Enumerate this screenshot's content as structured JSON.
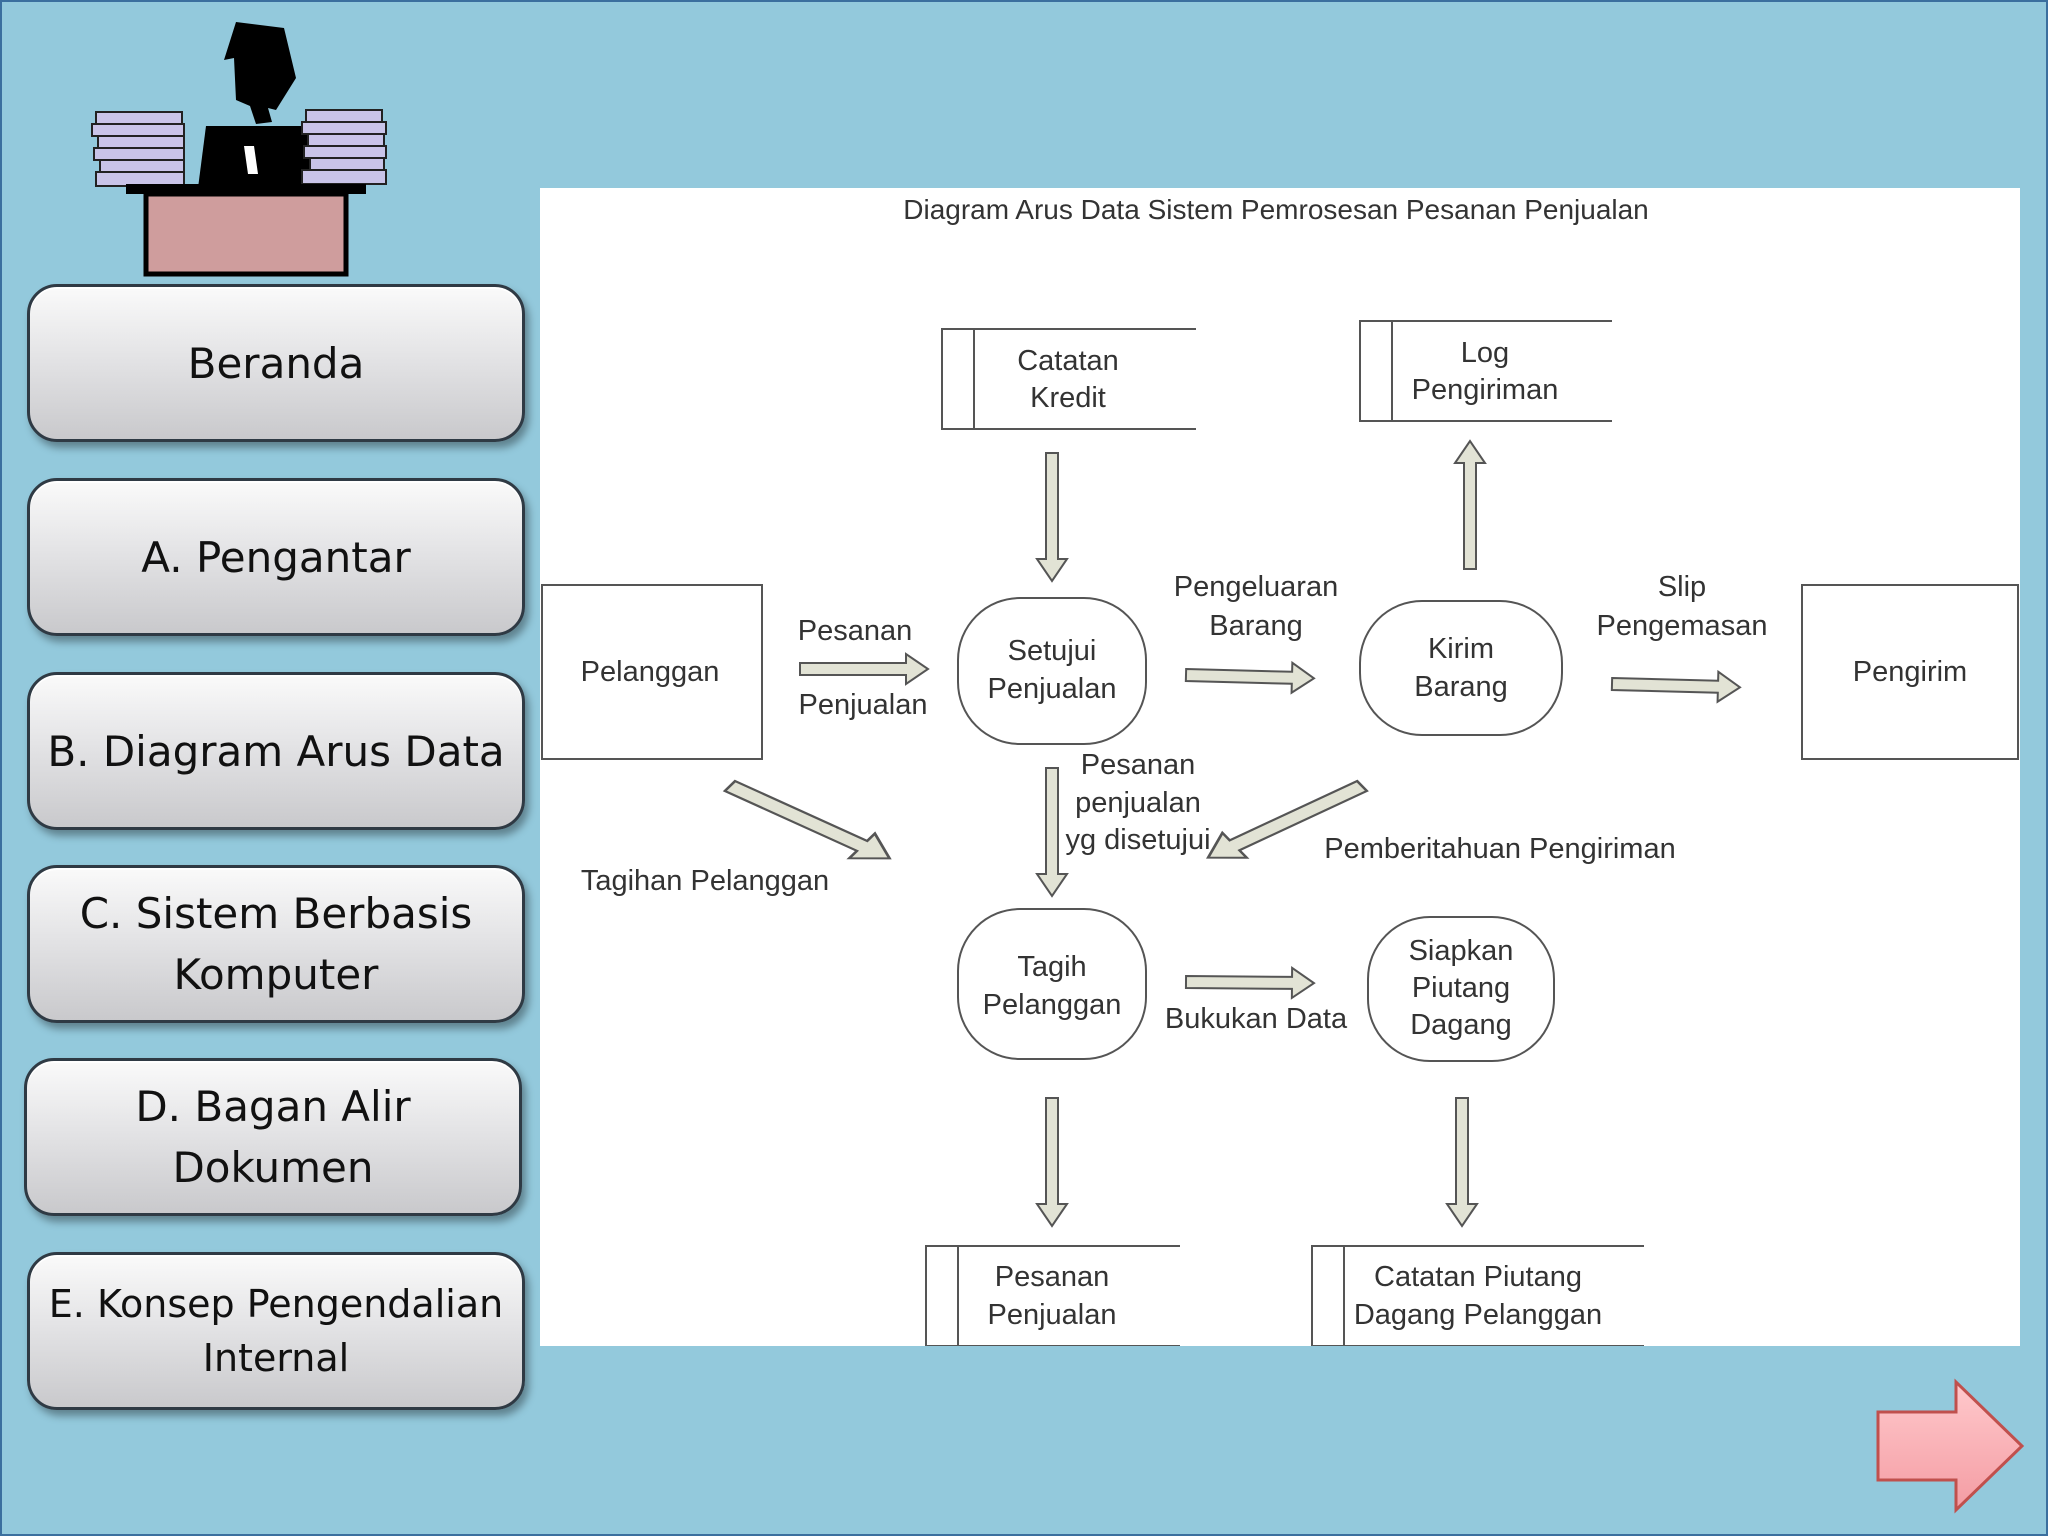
{
  "nav": {
    "home": [
      "Beranda"
    ],
    "a": [
      "A. Pengantar"
    ],
    "b": [
      "B. Diagram Arus Data"
    ],
    "c": [
      "C. Sistem Berbasis",
      "Komputer"
    ],
    "d": [
      "D. Bagan Alir",
      "Dokumen"
    ],
    "e": [
      "E. Konsep Pengendalian",
      "Internal"
    ]
  },
  "diagram": {
    "title": "Diagram Arus Data Sistem Pemrosesan Pesanan Penjualan",
    "entities": {
      "pelanggan": "Pelanggan",
      "pengirim": "Pengirim"
    },
    "processes": {
      "setujui": [
        "Setujui",
        "Penjualan"
      ],
      "kirim": [
        "Kirim",
        "Barang"
      ],
      "tagih": [
        "Tagih",
        "Pelanggan"
      ],
      "siapkan": [
        "Siapkan",
        "Piutang",
        "Dagang"
      ]
    },
    "stores": {
      "catatan_kredit": [
        "Catatan",
        "Kredit"
      ],
      "log_pengiriman": [
        "Log",
        "Pengiriman"
      ],
      "pesanan_penjualan": [
        "Pesanan",
        "Penjualan"
      ],
      "catatan_piutang": [
        "Catatan Piutang",
        "Dagang Pelanggan"
      ]
    },
    "flows": {
      "pesanan_penjualan": [
        "Pesanan",
        "Penjualan"
      ],
      "pengeluaran_barang": [
        "Pengeluaran",
        "Barang"
      ],
      "slip_pengemasan": [
        "Slip",
        "Pengemasan"
      ],
      "pesanan_disetujui": [
        "Pesanan",
        "penjualan",
        "yg disetujui"
      ],
      "tagihan_pelanggan": "Tagihan Pelanggan",
      "pemberitahuan_pengiriman": "Pemberitahuan Pengiriman",
      "bukukan_data": "Bukukan Data"
    }
  }
}
